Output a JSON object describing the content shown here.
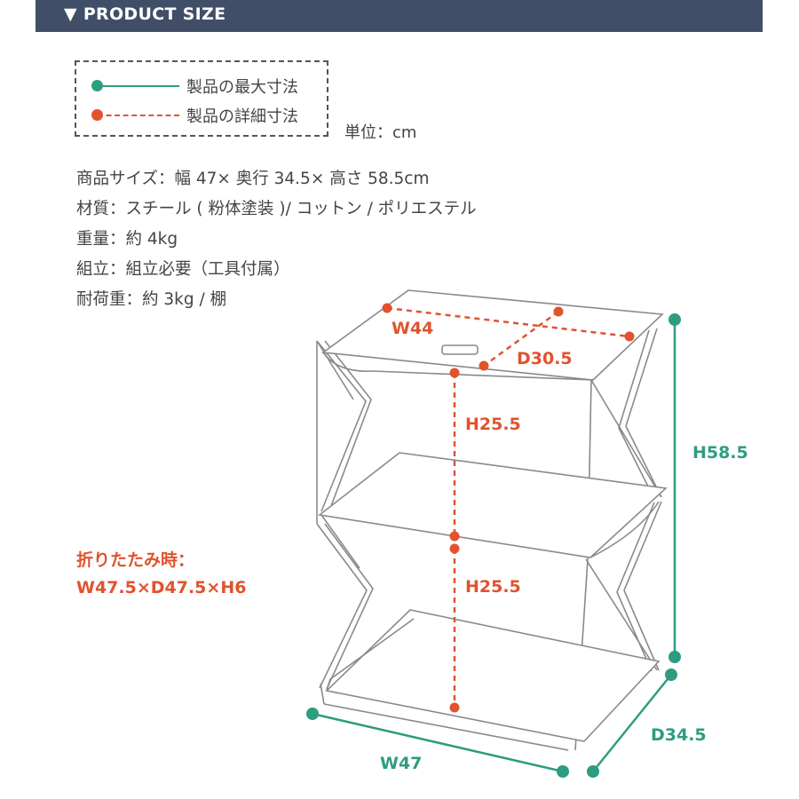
{
  "header": {
    "title": "▼ PRODUCT SIZE"
  },
  "legend": {
    "max_label": "製品の最大寸法",
    "detail_label": "製品の詳細寸法",
    "unit": "単位：cm"
  },
  "specs": [
    "商品サイズ：幅 47× 奥行 34.5× 高さ 58.5cm",
    "材質：スチール ( 粉体塗装 )/ コットン / ポリエステル",
    "重量：約 4kg",
    "組立：組立必要（工具付属）",
    "耐荷重：約 3kg / 棚"
  ],
  "folded": {
    "title": "折りたたみ時：",
    "dims": "W47.5×D47.5×H6"
  },
  "dimensions": {
    "top_width": "W44",
    "top_depth": "D30.5",
    "upper_height": "H25.5",
    "lower_height": "H25.5",
    "total_height": "H58.5",
    "total_width": "W47",
    "total_depth": "D34.5"
  },
  "colors": {
    "header_bg": "#404e67",
    "max_dim": "#2e9c80",
    "detail_dim": "#e0532d"
  }
}
